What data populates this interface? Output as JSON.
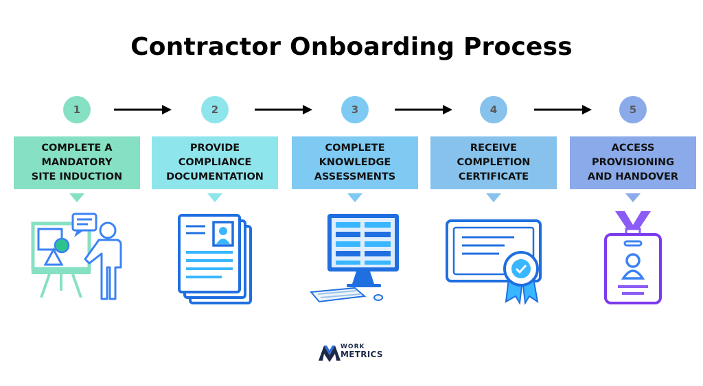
{
  "title": "Contractor Onboarding Process",
  "steps": [
    {
      "number": "1",
      "lines": [
        "COMPLETE A",
        "MANDATORY",
        "SITE INDUCTION"
      ],
      "icon": "presentation-icon",
      "circle_color": "#86e0c3",
      "box_color": "#86e0c3"
    },
    {
      "number": "2",
      "lines": [
        "PROVIDE",
        "COMPLIANCE",
        "DOCUMENTATION"
      ],
      "icon": "documents-icon",
      "circle_color": "#8fe5ec",
      "box_color": "#8fe5ec"
    },
    {
      "number": "3",
      "lines": [
        "COMPLETE",
        "KNOWLEDGE",
        "ASSESSMENTS"
      ],
      "icon": "computer-icon",
      "circle_color": "#7fcaf3",
      "box_color": "#7fcaf3"
    },
    {
      "number": "4",
      "lines": [
        "RECEIVE",
        "COMPLETION",
        "CERTIFICATE"
      ],
      "icon": "certificate-icon",
      "circle_color": "#86c2ec",
      "box_color": "#86c2ec"
    },
    {
      "number": "5",
      "lines": [
        "ACCESS",
        "PROVISIONING",
        "AND HANDOVER"
      ],
      "icon": "id-badge-icon",
      "circle_color": "#8aaae9",
      "box_color": "#8aaae9"
    }
  ],
  "logo": {
    "line1": "WORK",
    "line2": "METRICS"
  }
}
